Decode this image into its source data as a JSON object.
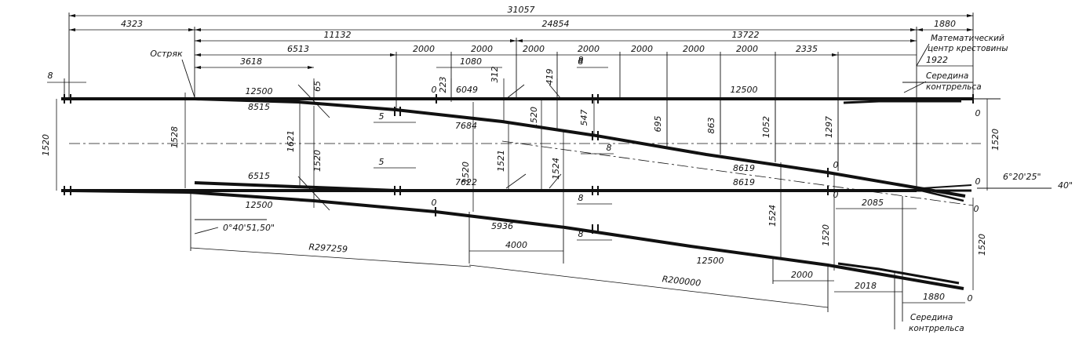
{
  "dims_top": {
    "overall": "31057",
    "a": "4323",
    "b": "24854",
    "c": "1880",
    "d": "11132",
    "e": "13722",
    "f": "6513",
    "g": "3618",
    "h": "8",
    "s1": "2000",
    "s2": "2000",
    "s3": "1080",
    "s4": "2000",
    "s5": "8",
    "s6": "2000",
    "s7": "2000",
    "s8": "2000",
    "s9": "2000",
    "s10": "2335",
    "k1922": "1922"
  },
  "rails": {
    "r12500_top": "12500",
    "r8515": "8515",
    "r6515": "6515",
    "r12500_bottom": "12500",
    "r6049": "6049",
    "r7684": "7684",
    "r7622": "7622",
    "r12500_right": "12500",
    "r8619_a": "8619",
    "r8619_b": "8619",
    "r5936": "5936",
    "r12500_low": "12500"
  },
  "ordinates": {
    "o65": "65",
    "o1621": "1621",
    "o1520a": "1520",
    "o1528": "1528",
    "o1520_left": "1520",
    "o223": "223",
    "o312": "312",
    "o419": "419",
    "o1520b": "1520",
    "o1521": "1521",
    "o1524a": "1524",
    "o1520c": "1520",
    "o547": "547",
    "o695": "695",
    "o863": "863",
    "o1052": "1052",
    "o1297": "1297",
    "o1524b": "1524",
    "o1520d": "1520",
    "o1520_right": "1520",
    "o1520_far": "1520"
  },
  "small": {
    "g5a": "5",
    "g5b": "5",
    "g8a": "8",
    "g8b": "8",
    "g8c": "8",
    "g8d": "8",
    "z1": "0",
    "z2": "0",
    "z3": "0",
    "z4": "0",
    "z5": "0",
    "z6": "0",
    "z7": "0",
    "z8": "0"
  },
  "bottom_dims": {
    "d4000": "4000",
    "d2000": "2000",
    "d2018": "2018",
    "d1880": "1880",
    "d2085": "2085",
    "r297259": "R297259",
    "r200000": "R200000"
  },
  "labels": {
    "point": "Остряк",
    "math_center": "Математический\nцентр крестовины",
    "guard_mid_top": "Середина\nконтррельса",
    "guard_mid_bottom": "Середина\nконтррельса",
    "angle_switch": "0°40'51,50\"",
    "angle_frog": "6°20'25\"",
    "angle_40": "40\""
  }
}
